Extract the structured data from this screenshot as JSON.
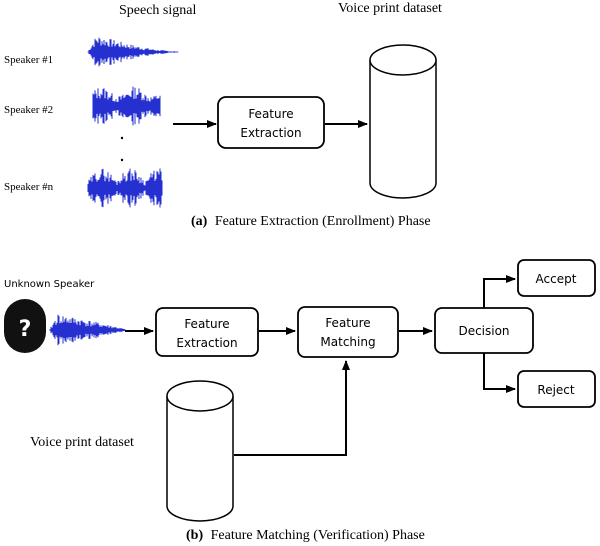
{
  "enrollment": {
    "signal_header": "Speech signal",
    "dataset_header": "Voice print dataset",
    "speakers": [
      "Speaker #1",
      "Speaker #2",
      "Speaker #n"
    ],
    "extraction_box": [
      "Feature",
      "Extraction"
    ],
    "caption_label": "(a)",
    "caption_text": "Feature Extraction (Enrollment) Phase"
  },
  "verification": {
    "unknown_label": "Unknown Speaker",
    "unknown_glyph": "?",
    "extraction_box": [
      "Feature",
      "Extraction"
    ],
    "matching_box": [
      "Feature",
      "Matching"
    ],
    "decision_label": "Decision",
    "accept_label": "Accept",
    "reject_label": "Reject",
    "dataset_label": "Voice print dataset",
    "caption_label": "(b)",
    "caption_text": "Feature Matching (Verification) Phase"
  },
  "colors": {
    "waveform": "#2630d0",
    "line": "#000000",
    "avatar": "#111111"
  }
}
